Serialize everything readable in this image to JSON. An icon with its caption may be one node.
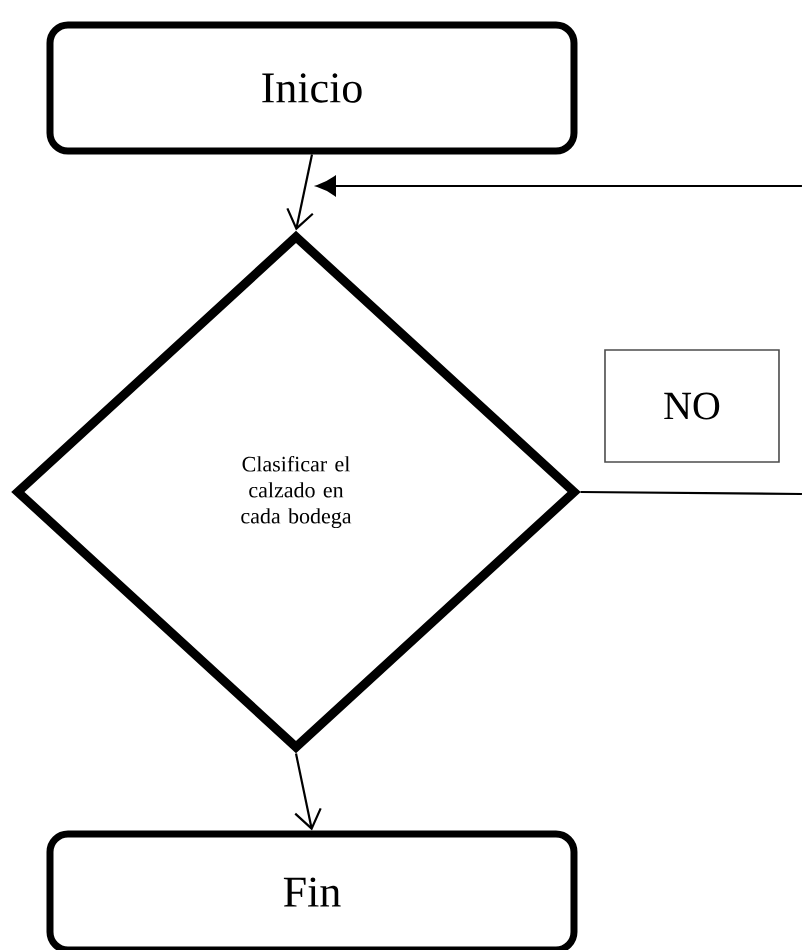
{
  "diagram": {
    "nodes": [
      {
        "text": [
          "Inicio"
        ]
      },
      {
        "text": [
          "Clasificar el calzado en cada bodega"
        ]
      },
      {
        "text": [
          "Fin"
        ]
      }
    ],
    "edges": [
      {
        "from": 0,
        "to": 1,
        "arrow": "to"
      },
      {
        "from": null,
        "to": 1,
        "arrow": "to"
      },
      {
        "from": 1,
        "to": null,
        "arrow": "none",
        "label": "NO"
      },
      {
        "from": 1,
        "to": 2,
        "arrow": "to"
      }
    ]
  }
}
